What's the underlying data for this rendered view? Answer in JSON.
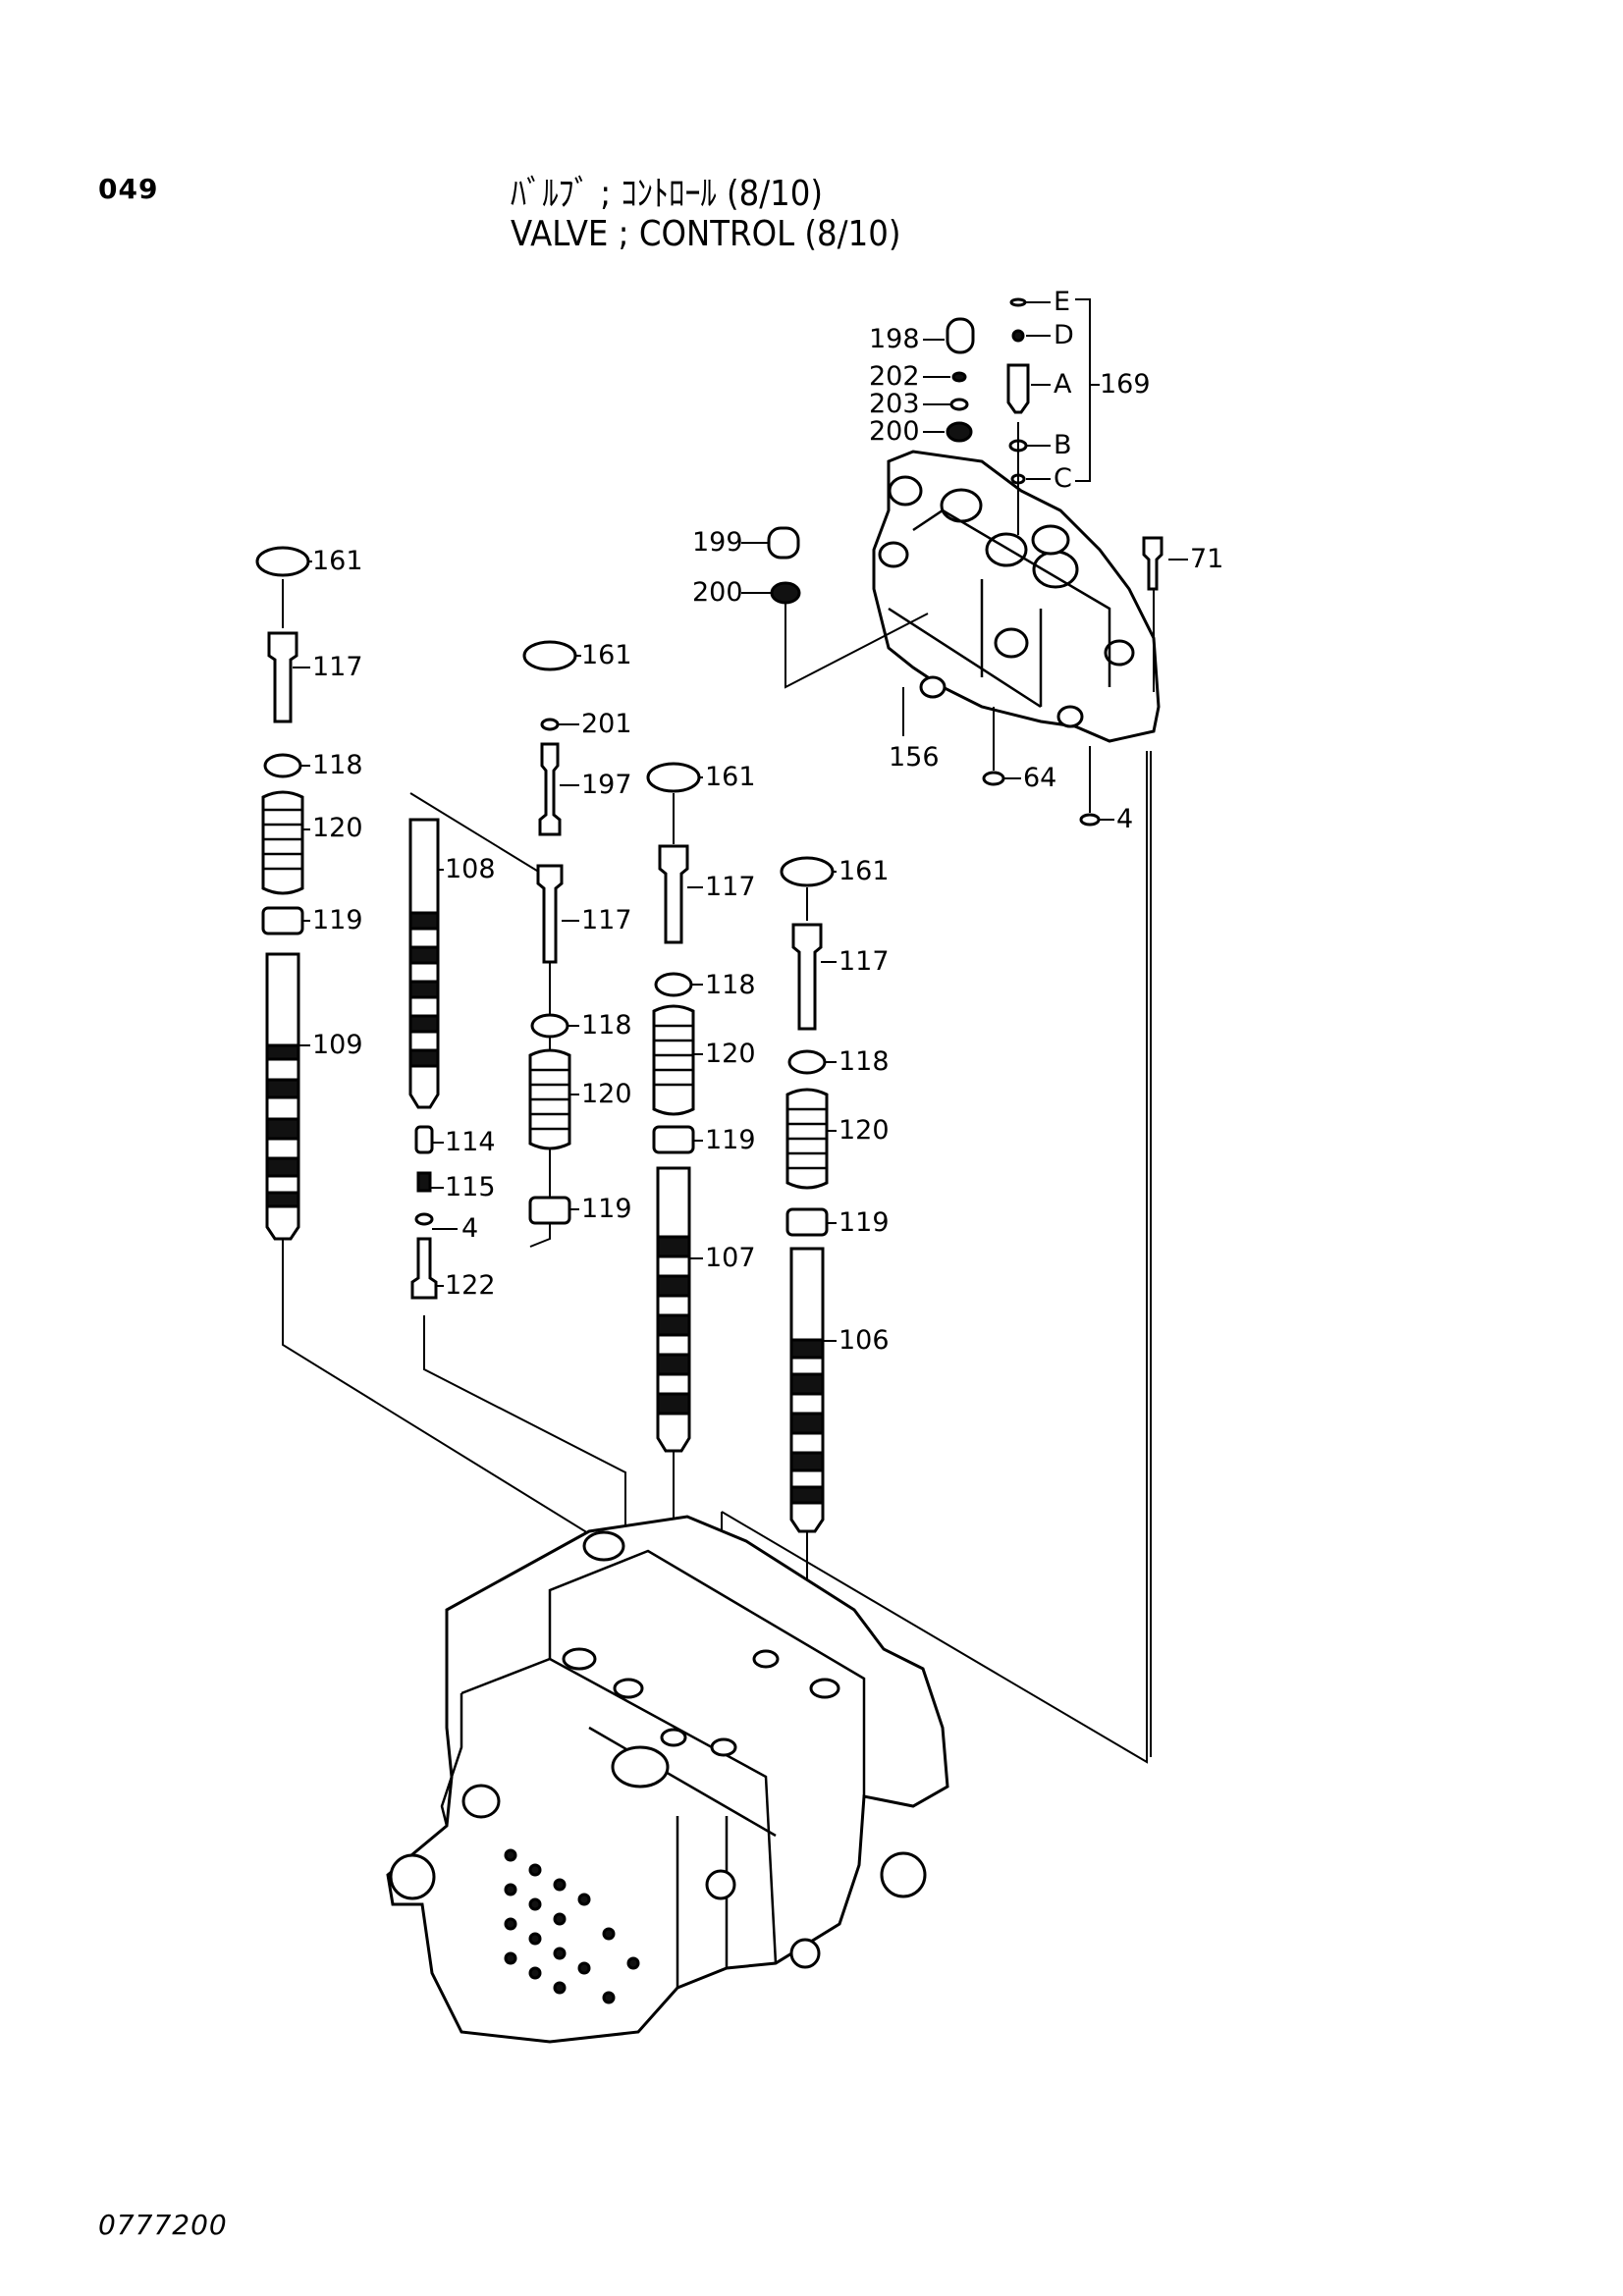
{
  "header": {
    "page_number": "049",
    "title_jp": "ﾊﾞﾙﾌﾞ ; ｺﾝﾄﾛｰﾙ (8/10)",
    "title_en": "VALVE ; CONTROL (8/10)"
  },
  "footer": {
    "code": "0777200"
  },
  "callouts": {
    "e": "E",
    "d": "D",
    "a": "A",
    "b": "B",
    "c": "C",
    "p169": "169",
    "p198": "198",
    "p202": "202",
    "p203": "203",
    "p200a": "200",
    "p199": "199",
    "p200b": "200",
    "p71": "71",
    "p156": "156",
    "p64": "64",
    "p4a": "4",
    "p161a": "161",
    "p117a": "117",
    "p118a": "118",
    "p120a": "120",
    "p119a": "119",
    "p109": "109",
    "p108": "108",
    "p114": "114",
    "p115": "115",
    "p4b": "4",
    "p122": "122",
    "p161b": "161",
    "p201": "201",
    "p197": "197",
    "p117b": "117",
    "p118b": "118",
    "p120b": "120",
    "p119b": "119",
    "p161c": "161",
    "p117c": "117",
    "p118c": "118",
    "p120c": "120",
    "p119c": "119",
    "p107": "107",
    "p161d": "161",
    "p117d": "117",
    "p118d": "118",
    "p120d": "120",
    "p119d": "119",
    "p106": "106"
  }
}
